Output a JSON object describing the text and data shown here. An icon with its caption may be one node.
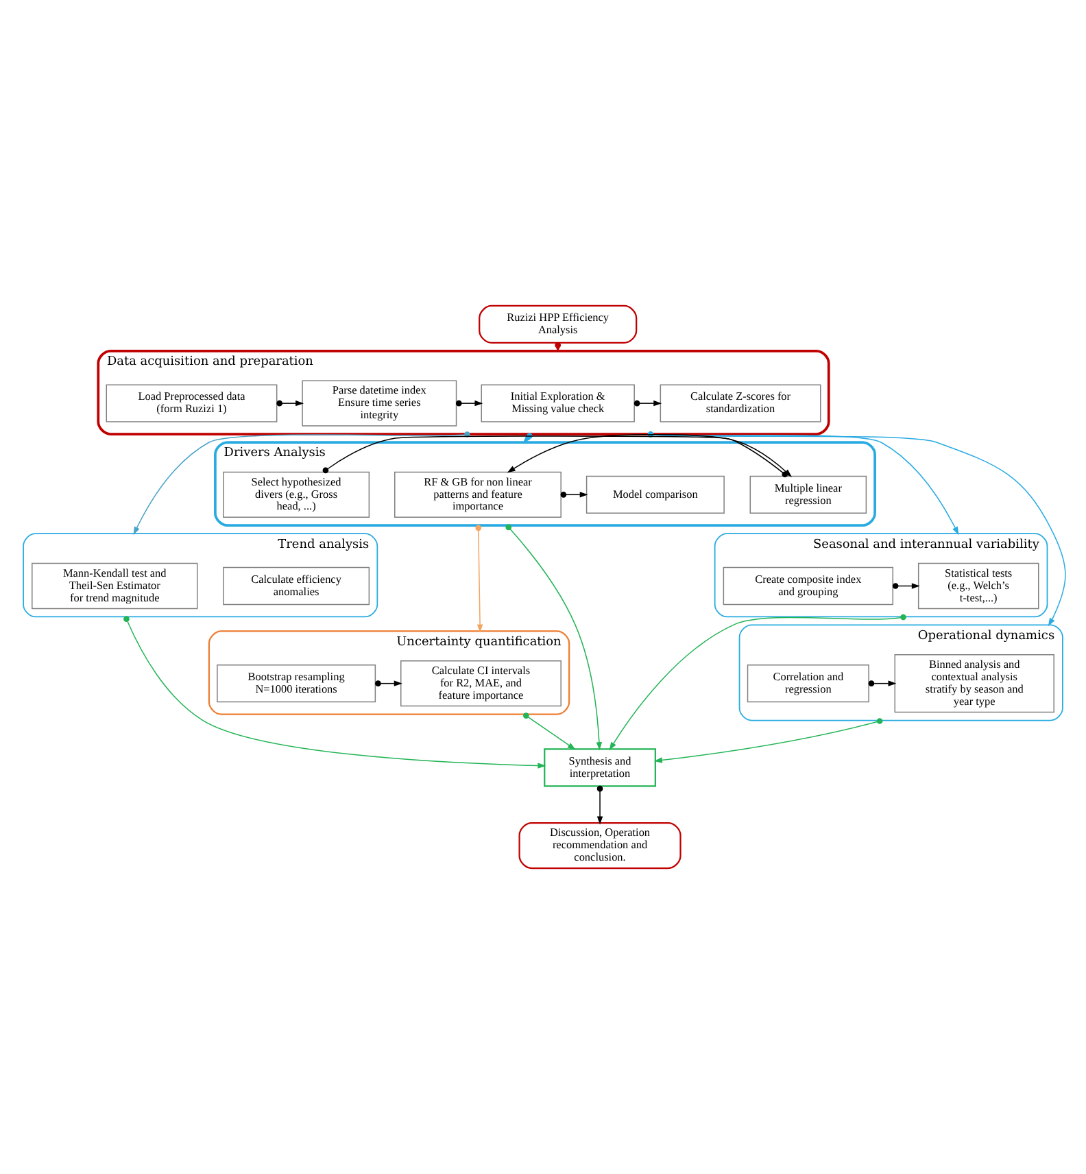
{
  "diagram": {
    "nodes": [
      {
        "text": [
          "Ruzizi HPP Efficiency Analysis"
        ]
      },
      {
        "text": [
          "Data acquisition and preparation"
        ]
      },
      {
        "text": [
          "Load Preprocessed data (form Ruzizi 1)"
        ],
        "in": 1
      },
      {
        "text": [
          "Parse datetime index Ensure time series integrity"
        ],
        "in": 1
      },
      {
        "text": [
          "Initial Exploration & Missing value check"
        ],
        "in": 1
      },
      {
        "text": [
          "Calculate Z-scores for standardization"
        ],
        "in": 1
      },
      {
        "text": [
          "Drivers Analysis"
        ]
      },
      {
        "text": [
          "Select hypothesized divers (e.g., Gross head, ...)"
        ],
        "in": 6
      },
      {
        "text": [
          "Multiple linear regression"
        ],
        "in": 6
      },
      {
        "text": [
          "RF & GB for non linear patterns and feature importance"
        ],
        "in": 6
      },
      {
        "text": [
          "Model comparison"
        ],
        "in": 6
      },
      {
        "text": [
          "Trend analysis"
        ]
      },
      {
        "text": [
          "Calculate efficiency anomalies"
        ],
        "in": 11
      },
      {
        "text": [
          "Mann-Kendall test and Theil-Sen Estimator for trend magnitude"
        ],
        "in": 11
      },
      {
        "text": [
          "Seasonal and interannual variability"
        ]
      },
      {
        "text": [
          "Create composite index and grouping"
        ],
        "in": 14
      },
      {
        "text": [
          "Statistical tests (e.g., Welch’s t-test,...)"
        ],
        "in": 14
      },
      {
        "text": [
          "Uncertainty quantification"
        ]
      },
      {
        "text": [
          "Bootstrap resampling N=1000 iterations"
        ],
        "in": 17
      },
      {
        "text": [
          "Calculate CI intervals for R2, MAE, and feature importance"
        ],
        "in": 17
      },
      {
        "text": [
          "Operational dynamics"
        ]
      },
      {
        "text": [
          "Correlation and regression"
        ],
        "in": 20
      },
      {
        "text": [
          "Binned analysis and contextual analysis stratify by season and year type"
        ],
        "in": 20
      },
      {
        "text": [
          "Synthesis and interpretation"
        ]
      },
      {
        "text": [
          "Discussion, Operation recommendation and conclusion."
        ]
      }
    ],
    "edges": [
      {
        "from": 0,
        "to": 1,
        "arrow": "to",
        "color": "#c00000"
      },
      {
        "from": 2,
        "to": 3,
        "arrow": "to"
      },
      {
        "from": 3,
        "to": 4,
        "arrow": "to"
      },
      {
        "from": 4,
        "to": 5,
        "arrow": "to"
      },
      {
        "from": 1,
        "to": 6,
        "arrow": "to",
        "color": "#29abe2"
      },
      {
        "from": 1,
        "to": 14,
        "arrow": "to",
        "color": "#29abe2"
      },
      {
        "from": 1,
        "to": 20,
        "arrow": "to",
        "color": "#29abe2"
      },
      {
        "from": 7,
        "to": 8,
        "arrow": "to"
      },
      {
        "from": 8,
        "to": 9,
        "arrow": "to"
      },
      {
        "from": 9,
        "to": 10,
        "arrow": "to"
      },
      {
        "from": 1,
        "to": 11,
        "arrow": "to",
        "color": "#4aa3c8"
      },
      {
        "from": 15,
        "to": 16,
        "arrow": "to"
      },
      {
        "from": 6,
        "to": 17,
        "arrow": "to",
        "color": "#f4a460"
      },
      {
        "from": 6,
        "to": 23,
        "arrow": "to",
        "color": "#22b455"
      },
      {
        "from": 11,
        "to": 23,
        "arrow": "to",
        "color": "#22b455"
      },
      {
        "from": 14,
        "to": 23,
        "arrow": "to",
        "color": "#22b455"
      },
      {
        "from": 18,
        "to": 19,
        "arrow": "to"
      },
      {
        "from": 17,
        "to": 23,
        "arrow": "to",
        "color": "#22b455"
      },
      {
        "from": 21,
        "to": 22,
        "arrow": "to"
      },
      {
        "from": 20,
        "to": 23,
        "arrow": "to",
        "color": "#22b455"
      },
      {
        "from": 23,
        "to": 24,
        "arrow": "to"
      }
    ]
  }
}
